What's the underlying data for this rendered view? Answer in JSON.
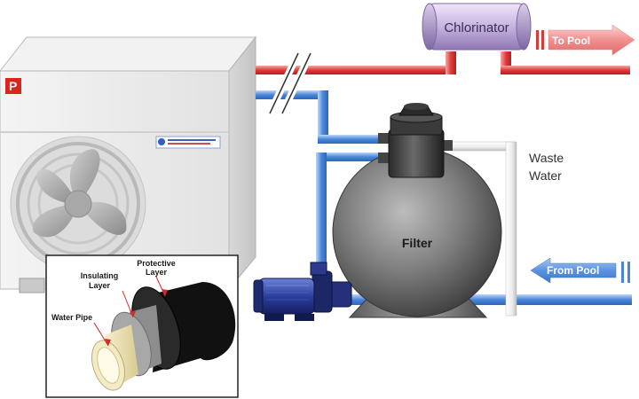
{
  "labels": {
    "chlorinator": "Chlorinator",
    "to_pool": "To Pool",
    "from_pool": "From Pool",
    "waste": "Waste",
    "water": "Water",
    "filter": "Filter"
  },
  "inset": {
    "protective_line1": "Protective",
    "protective_line2": "Layer",
    "insulating_line1": "Insulating",
    "insulating_line2": "Layer",
    "water_pipe": "Water Pipe"
  },
  "colors": {
    "hot_pipe": "#e23a3a",
    "cold_pipe": "#4a86d8",
    "waste_pipe": "#f2f2f2",
    "to_pool_arrow": "#f28f8f",
    "from_pool_arrow": "#5b93e0",
    "filter_tank": "#6e6e6e",
    "chlorinator_body": "#c7b3e0",
    "pump_motor": "#2c3f9e",
    "heat_pump_casing": "#ececec"
  },
  "icons": {
    "brand_logo": "p-logo-icon",
    "fan": "fan-icon",
    "heat_pump_sticker": "sticker-icon"
  }
}
